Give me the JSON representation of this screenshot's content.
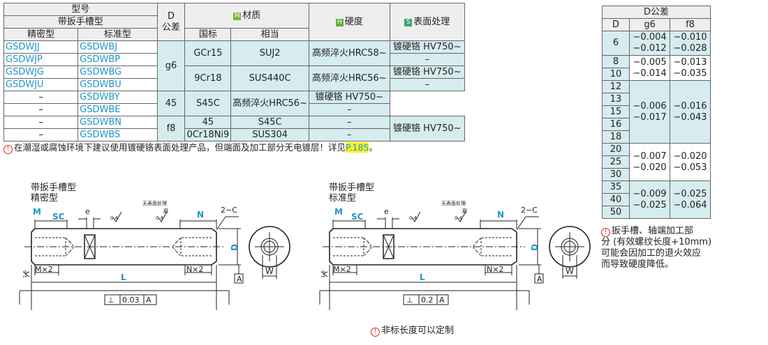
{
  "main_table": {
    "h_model": "型号",
    "h_type": "带扳手槽型",
    "h_precision": "精密型",
    "h_standard": "标准型",
    "h_d_tol_1": "D",
    "h_d_tol_2": "公差",
    "h_material": "材质",
    "h_gb": "国标",
    "h_equiv": "相当",
    "h_hardness": "硬度",
    "h_surface": "表面处理",
    "badge_m": "M",
    "badge_h": "H",
    "badge_s": "S",
    "rows": [
      {
        "precision": "GSDWJJ",
        "standard": "GSDWBJ"
      },
      {
        "precision": "GSDWJP",
        "standard": "GSDWBP"
      },
      {
        "precision": "GSDWJG",
        "standard": "GSDWBG"
      },
      {
        "precision": "GSDWJU",
        "standard": "GSDWBU"
      },
      {
        "precision": "–",
        "standard": "GSDWBY"
      },
      {
        "precision": "–",
        "standard": "GSDWBE"
      },
      {
        "precision": "–",
        "standard": "GSDWBN"
      },
      {
        "precision": "–",
        "standard": "GSDWBS"
      }
    ],
    "tol_g6": "g6",
    "tol_f8": "f8",
    "mat_gb": [
      "GCr15",
      "9Cr18",
      "45",
      "45",
      "0Cr18Ni9"
    ],
    "mat_eq": [
      "SUJ2",
      "SUS440C",
      "S45C",
      "S45C",
      "SUS304"
    ],
    "hard": [
      "高频淬火HRC58~",
      "高频淬火HRC56~",
      "高频淬火HRC56~",
      "–",
      "–"
    ],
    "surf": [
      "镀硬铬 HV750~",
      "–",
      "镀硬铬 HV750~",
      "–",
      "镀硬铬 HV750~",
      "–",
      "镀硬铬 HV750~"
    ]
  },
  "note_main": {
    "text": "在潮湿或腐蚀环境下建议使用镀硬铬表面处理产品，但端面及加工部分无电镀层！详见",
    "link": "P.185",
    "end": "。"
  },
  "tol_table": {
    "title": "D公差",
    "h_d": "D",
    "h_g6": "g6",
    "h_f8": "f8",
    "d_values": [
      "6",
      "8",
      "10",
      "12",
      "13",
      "15",
      "16",
      "18",
      "20",
      "25",
      "30",
      "35",
      "40",
      "50"
    ],
    "groups": [
      {
        "g6": [
          "−0.004",
          "−0.012"
        ],
        "f8": [
          "−0.010",
          "−0.028"
        ]
      },
      {
        "g6": [
          "−0.005",
          "−0.014"
        ],
        "f8": [
          "−0.013",
          "−0.035"
        ]
      },
      {
        "g6": [
          "−0.006",
          "−0.017"
        ],
        "f8": [
          "−0.016",
          "−0.043"
        ]
      },
      {
        "g6": [
          "−0.007",
          "−0.020"
        ],
        "f8": [
          "−0.020",
          "−0.053"
        ]
      },
      {
        "g6": [
          "−0.009",
          "−0.025"
        ],
        "f8": [
          "−0.025",
          "−0.064"
        ]
      }
    ]
  },
  "note_side": {
    "line1": "扳手槽、轴端加工部",
    "line2": "分 (有效螺纹长度+10mm)",
    "line3": "可能会因加工的退火效应",
    "line4": "而导致硬度降低。"
  },
  "drawing_left": {
    "title1": "带扳手槽型",
    "title2": "精密型",
    "tolerance": "0.03"
  },
  "drawing_right": {
    "title1": "带扳手槽型",
    "title2": "标准型",
    "tolerance": "0.2"
  },
  "drawing_labels": {
    "m": "M",
    "sc": "SC",
    "e": "e",
    "n": "N",
    "c": "2−C",
    "d": "D",
    "l": "L",
    "w": "W",
    "mx2": "M×2",
    "nx2": "N×2",
    "datum": "A",
    "perp": "⊥",
    "rough": "0.4",
    "no_surface": "无表面处理",
    "ground": "磨",
    "r16": "1.6"
  },
  "note_bottom": "非标长度可以定制",
  "colors": {
    "accent": "#1f95c9",
    "highlight": "#ffef2a",
    "cell_fill": "#d6ecee",
    "warn": "#d9251d"
  }
}
